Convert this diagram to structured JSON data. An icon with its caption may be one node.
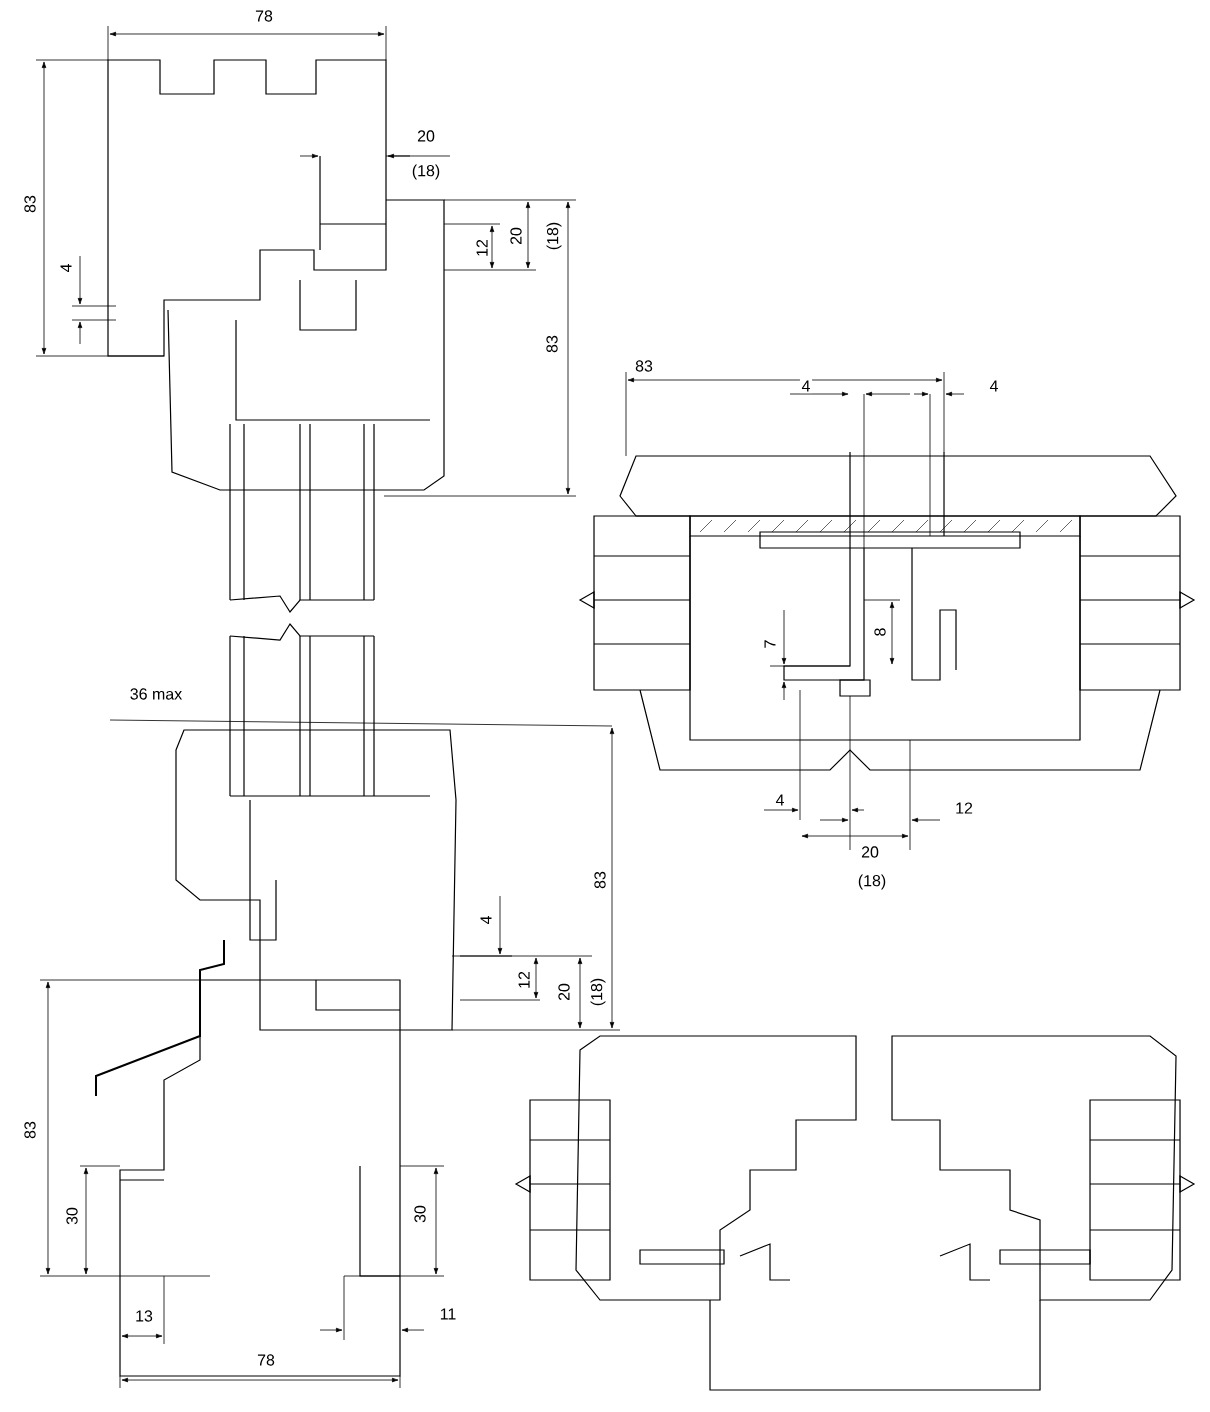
{
  "diagram": {
    "labels": [
      "78",
      "83",
      "20",
      "(18)",
      "12",
      "20",
      "(18)",
      "4",
      "83",
      "83",
      "4",
      "4",
      "8",
      "7",
      "36 max",
      "83",
      "4",
      "12",
      "20",
      "(18)",
      "4",
      "12",
      "20",
      "(18)",
      "83",
      "30",
      "30",
      "13",
      "11",
      "78"
    ]
  }
}
